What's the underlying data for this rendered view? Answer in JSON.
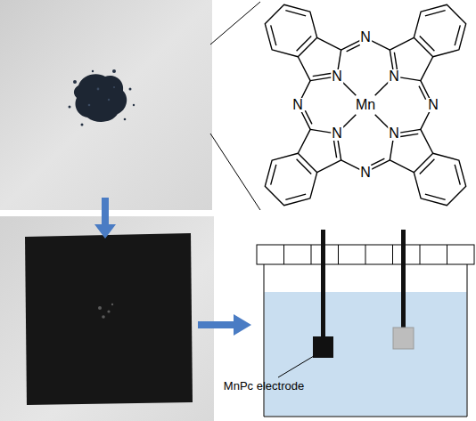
{
  "diagram": {
    "labels": [
      "N",
      "N",
      "N",
      "N",
      "Mn",
      "N",
      "N",
      "N",
      "N",
      "MnPc electrode"
    ]
  }
}
